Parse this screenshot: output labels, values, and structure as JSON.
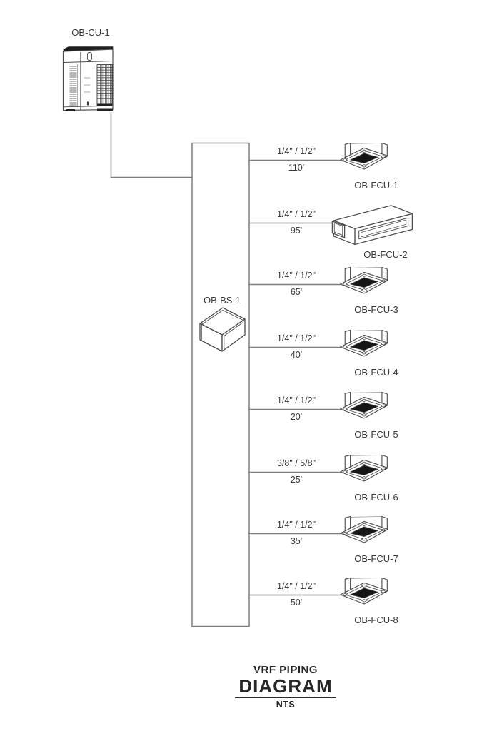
{
  "title_block": {
    "line1": "VRF PIPING",
    "line2": "DIAGRAM",
    "scale": "NTS"
  },
  "condensing_unit": {
    "label": "OB-CU-1"
  },
  "branch_selector": {
    "label": "OB-BS-1"
  },
  "branches": [
    {
      "size": "1/4\" / 1/2\"",
      "length": "110'",
      "unit": "OB-FCU-1",
      "type": "cassette"
    },
    {
      "size": "1/4\" / 1/2\"",
      "length": "95'",
      "unit": "OB-FCU-2",
      "type": "ducted"
    },
    {
      "size": "1/4\" / 1/2\"",
      "length": "65'",
      "unit": "OB-FCU-3",
      "type": "cassette"
    },
    {
      "size": "1/4\" / 1/2\"",
      "length": "40'",
      "unit": "OB-FCU-4",
      "type": "cassette"
    },
    {
      "size": "1/4\" / 1/2\"",
      "length": "20'",
      "unit": "OB-FCU-5",
      "type": "cassette"
    },
    {
      "size": "3/8\" / 5/8\"",
      "length": "25'",
      "unit": "OB-FCU-6",
      "type": "cassette"
    },
    {
      "size": "1/4\" / 1/2\"",
      "length": "35'",
      "unit": "OB-FCU-7",
      "type": "cassette"
    },
    {
      "size": "1/4\" / 1/2\"",
      "length": "50'",
      "unit": "OB-FCU-8",
      "type": "cassette"
    }
  ],
  "icons": {
    "condensing_unit": "vrf-outdoor-unit-icon",
    "branch_selector": "branch-selector-box-icon",
    "cassette": "ceiling-cassette-fcu-icon",
    "ducted": "ducted-fcu-icon"
  },
  "colors": {
    "pipe_line": "#7d7d7d",
    "unit_outline": "#4a4a4a",
    "grille_fill": "#161616",
    "text": "#3a3a3a"
  }
}
